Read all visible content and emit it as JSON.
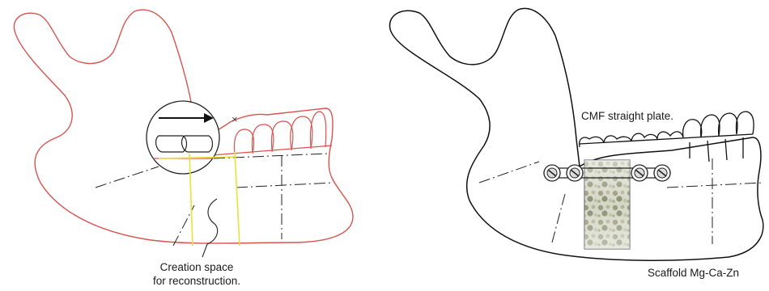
{
  "figure": {
    "left_panel": {
      "creation_label_line1": "Creation space",
      "creation_label_line2": "for reconstruction.",
      "outline_color": "#d9534f",
      "cut_line_color": "#e8e23a"
    },
    "right_panel": {
      "plate_label": "CMF straight plate.",
      "scaffold_label": "Scaffold Mg-Ca-Zn",
      "outline_color": "#111111"
    }
  }
}
